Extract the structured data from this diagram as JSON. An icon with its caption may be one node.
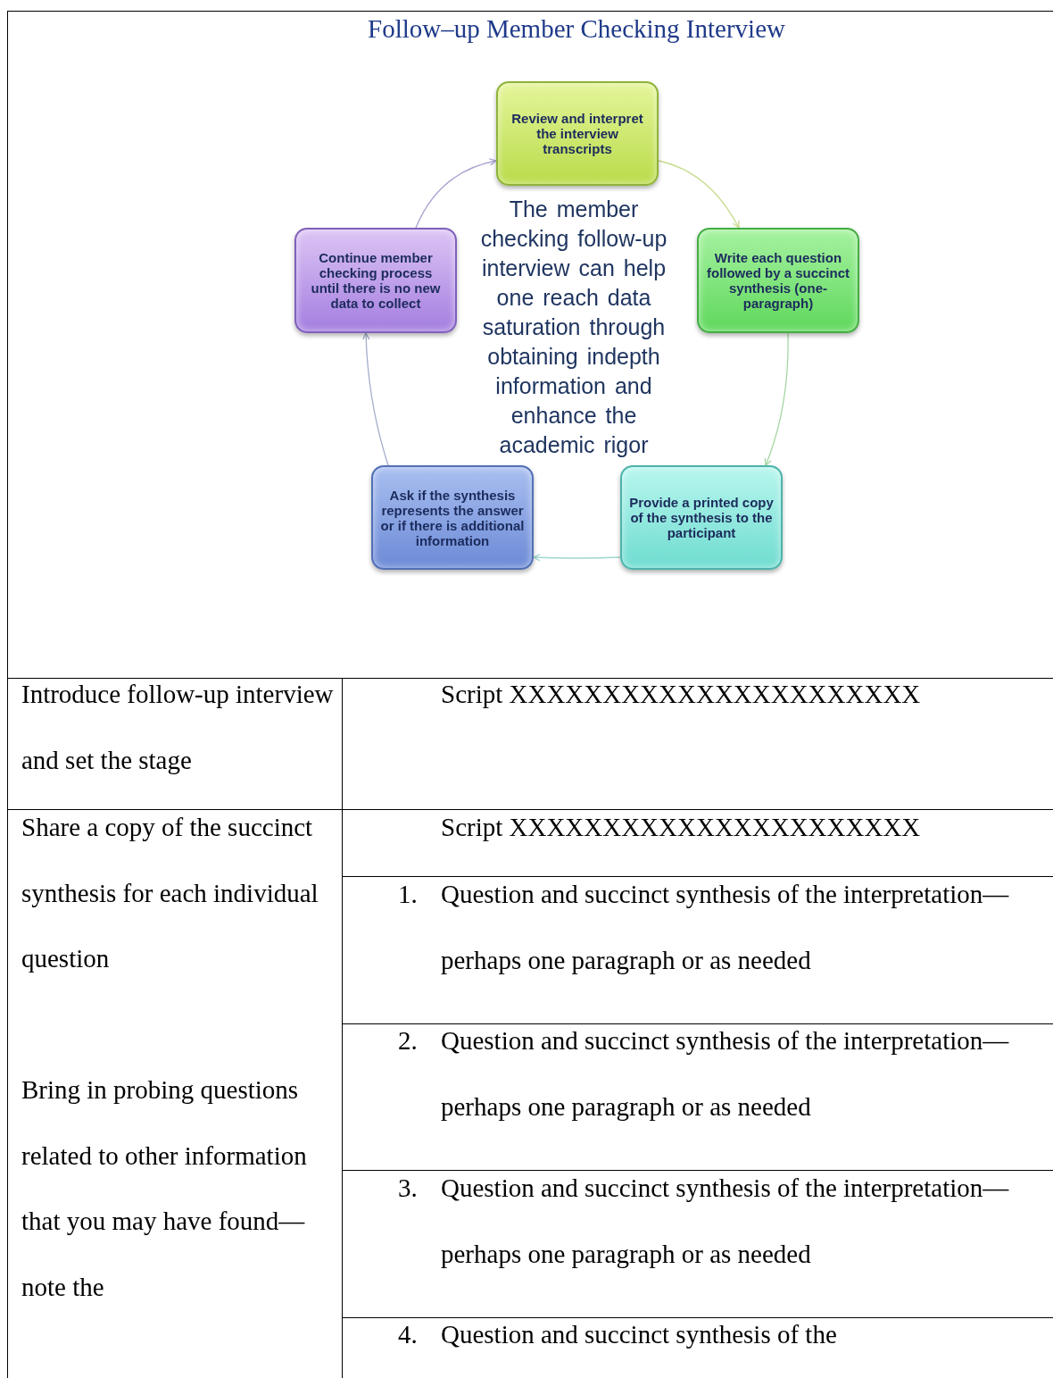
{
  "diagram": {
    "title": "Follow–up Member Checking Interview",
    "nodes": [
      {
        "text": [
          "Review and interpret the interview transcripts"
        ]
      },
      {
        "text": [
          "Write each question followed by a succinct synthesis (one-paragraph)"
        ]
      },
      {
        "text": [
          "Provide a printed copy of the synthesis to the participant"
        ]
      },
      {
        "text": [
          "Ask if the synthesis represents the answer or if there is additional information"
        ]
      },
      {
        "text": [
          "Continue member checking process until there is no new data to collect"
        ]
      }
    ],
    "edges": [
      {
        "from": 0,
        "to": 1,
        "arrow": "to",
        "color": "#c6db8e"
      },
      {
        "from": 1,
        "to": 2,
        "arrow": "to",
        "color": "#a6d6a2"
      },
      {
        "from": 2,
        "to": 3,
        "arrow": "to",
        "color": "#9fd6cf"
      },
      {
        "from": 3,
        "to": 4,
        "arrow": "to",
        "color": "#a3aecb"
      },
      {
        "from": 4,
        "to": 0,
        "arrow": "to",
        "color": "#a9a6d2"
      }
    ],
    "labels": [
      "The member checking follow-up interview can help one reach data saturation through obtaining indepth information and enhance the academic rigor",
      "Introduce follow-up interview and set the stage",
      "Script XXXXXXXXXXXXXXXXXXXXXX",
      "Share a copy of the succinct synthesis for each individual question",
      "Script XXXXXXXXXXXXXXXXXXXXXX",
      "1.",
      "Question and succinct synthesis of the interpretation—perhaps one paragraph or as needed",
      "2.",
      "Question and succinct synthesis of the interpretation—perhaps one paragraph or as needed",
      "Bring in probing questions related to other information that you may have found—note the",
      "3.",
      "Question and succinct synthesis of the interpretation—perhaps one paragraph or as needed",
      "4.",
      "Question and succinct synthesis of the"
    ]
  }
}
